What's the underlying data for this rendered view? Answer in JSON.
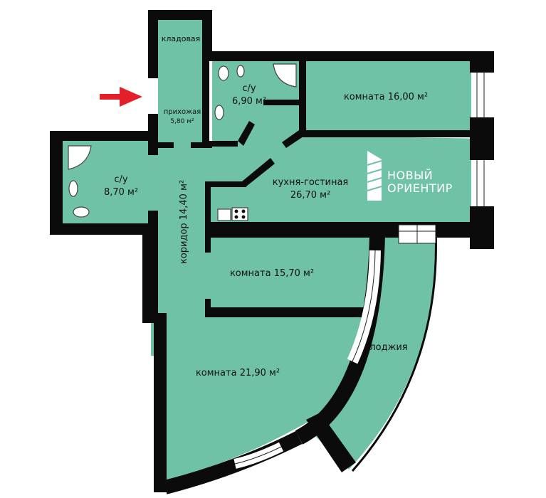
{
  "colors": {
    "room": "#70c2a6",
    "wall": "#0b0b0b",
    "arrow": "#e3202a",
    "window": "#ffffff"
  },
  "rooms": {
    "storage": "кладовая",
    "hall_name": "прихожая",
    "hall_area": "5,80 м²",
    "bath1_name": "с/у",
    "bath1_area": "6,90 м²",
    "room16": "комната 16,00 м²",
    "bath2_name": "с/у",
    "bath2_area": "8,70 м²",
    "kitchen_name": "кухня-гостиная",
    "kitchen_area": "26,70 м²",
    "corridor": "коридор 14,40 м²",
    "room157": "комната 15,70 м²",
    "room219": "комната 21,90 м²",
    "loggia": "лоджия"
  },
  "logo": {
    "line1": "НОВЫЙ",
    "line2": "ОРИЕНТИР",
    "icon": "building-logo-icon"
  },
  "entrance": {
    "icon": "entrance-arrow-icon"
  }
}
